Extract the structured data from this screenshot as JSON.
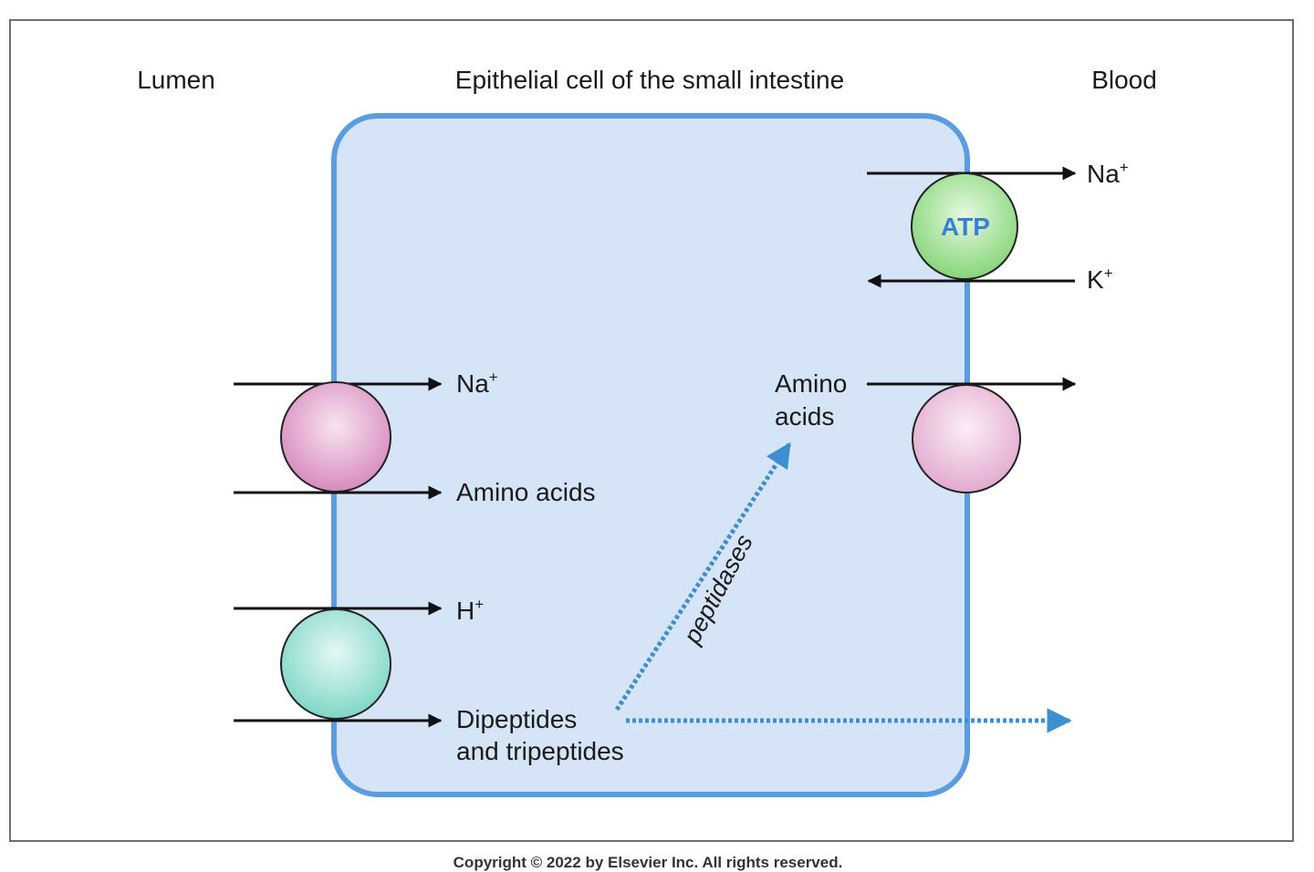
{
  "headers": {
    "lumen": "Lumen",
    "cell": "Epithelial cell of the small intestine",
    "blood": "Blood"
  },
  "pump": {
    "label": "ATP",
    "out_ion": "Na",
    "out_ion_charge": "+",
    "in_ion": "K",
    "in_ion_charge": "+"
  },
  "na_cotransporter": {
    "ion": "Na",
    "ion_charge": "+",
    "substrate": "Amino acids"
  },
  "h_cotransporter": {
    "ion": "H",
    "ion_charge": "+",
    "substrate_line1": "Dipeptides",
    "substrate_line2": "and tripeptides"
  },
  "intracellular": {
    "product_line1": "Amino",
    "product_line2": "acids",
    "enzyme": "peptidases"
  },
  "copyright": "Copyright © 2022 by Elsevier Inc. All rights reserved.",
  "colors": {
    "cell_fill": "#d5e4f7",
    "cell_border": "#5b9be0",
    "na_aa_transporter": "#de9ac8",
    "h_peptide_transporter": "#8fdcd0",
    "basolateral_aa_transporter": "#eab4d8",
    "na_k_pump": "#8fdd82",
    "dashed_arrow": "#3d8fd0"
  }
}
